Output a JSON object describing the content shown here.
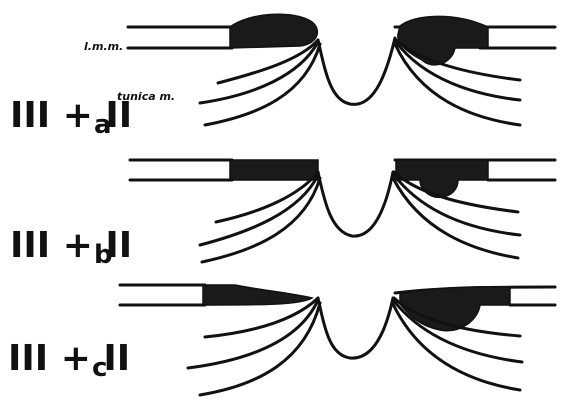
{
  "annotations": {
    "lmm": "l.m.m.",
    "tunica": "tunica m."
  },
  "panels": [
    {
      "label_main": "III + II",
      "label_sub": "a"
    },
    {
      "label_main": "III + II",
      "label_sub": "b"
    },
    {
      "label_main": "III + II",
      "label_sub": "c"
    }
  ],
  "colors": {
    "ink": "#111111",
    "background": "#ffffff"
  }
}
